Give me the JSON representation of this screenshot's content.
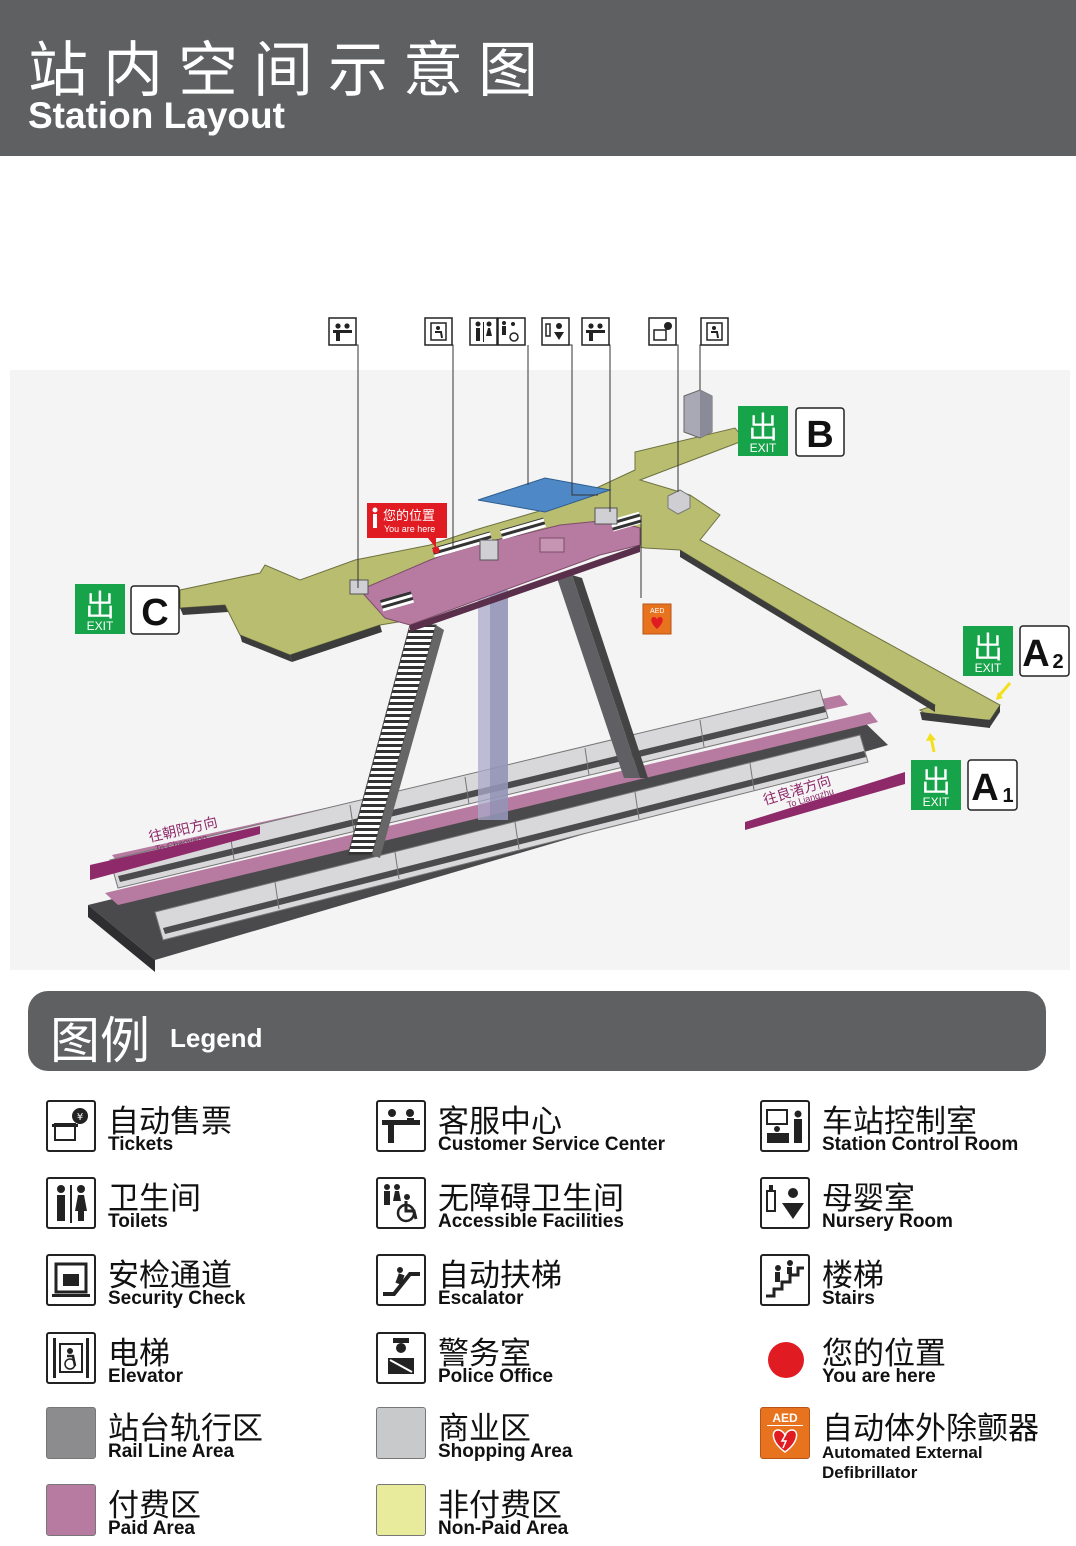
{
  "header": {
    "title_cn": "站内空间示意图",
    "title_en": "Station Layout"
  },
  "map": {
    "exits": [
      {
        "label": "B",
        "exit_text": "EXIT",
        "exit_glyph": "出"
      },
      {
        "label": "C",
        "exit_text": "EXIT",
        "exit_glyph": "出"
      },
      {
        "label": "A",
        "sub": "2",
        "exit_text": "EXIT",
        "exit_glyph": "出"
      },
      {
        "label": "A",
        "sub": "1",
        "exit_text": "EXIT",
        "exit_glyph": "出"
      }
    ],
    "you_are_here": {
      "cn": "您的位置",
      "en": "You are here"
    },
    "direction_left": {
      "cn": "往朝阳方向",
      "en": "To Chaoyang"
    },
    "direction_right": {
      "cn": "往良渚方向",
      "en": "To Liangzhu"
    },
    "aed_label": "AED",
    "colors": {
      "paid": "#b77aa0",
      "non_paid": "#b9bd6f",
      "rail": "#8c8c8e",
      "exit_green": "#17a34a",
      "here_red": "#e11b22",
      "blue_room": "#4f88c6"
    },
    "top_icons": [
      "customer-service-icon",
      "elevator-icon",
      "toilets-icon",
      "accessible-icon",
      "nursery-icon",
      "customer-service-icon",
      "tickets-icon",
      "elevator-icon"
    ]
  },
  "legend": {
    "title_cn": "图例",
    "title_en": "Legend",
    "items": [
      {
        "cn": "自动售票",
        "en": "Tickets",
        "icon": "tickets-icon"
      },
      {
        "cn": "客服中心",
        "en": "Customer Service Center",
        "icon": "customer-service-icon"
      },
      {
        "cn": "车站控制室",
        "en": "Station Control Room",
        "icon": "control-room-icon"
      },
      {
        "cn": "卫生间",
        "en": "Toilets",
        "icon": "toilets-icon"
      },
      {
        "cn": "无障碍卫生间",
        "en": "Accessible Facilities",
        "icon": "accessible-icon"
      },
      {
        "cn": "母婴室",
        "en": "Nursery Room",
        "icon": "nursery-icon"
      },
      {
        "cn": "安检通道",
        "en": "Security Check",
        "icon": "security-icon"
      },
      {
        "cn": "自动扶梯",
        "en": "Escalator",
        "icon": "escalator-icon"
      },
      {
        "cn": "楼梯",
        "en": "Stairs",
        "icon": "stairs-icon"
      },
      {
        "cn": "电梯",
        "en": "Elevator",
        "icon": "elevator-icon"
      },
      {
        "cn": "警务室",
        "en": "Police Office",
        "icon": "police-icon"
      },
      {
        "cn": "您的位置",
        "en": "You are here",
        "icon": "red-dot-icon"
      },
      {
        "cn": "站台轨行区",
        "en": "Rail Line Area",
        "color": "#8c8c8e"
      },
      {
        "cn": "商业区",
        "en": "Shopping Area",
        "color": "#c8c9cb"
      },
      {
        "cn": "自动体外除颤器",
        "en": "Automated External Defibrillator",
        "icon": "aed-icon",
        "icon_text": "AED"
      },
      {
        "cn": "付费区",
        "en": "Paid Area",
        "color": "#b77aa0"
      },
      {
        "cn": "非付费区",
        "en": "Non-Paid Area",
        "color": "#e8ea9c"
      }
    ]
  }
}
